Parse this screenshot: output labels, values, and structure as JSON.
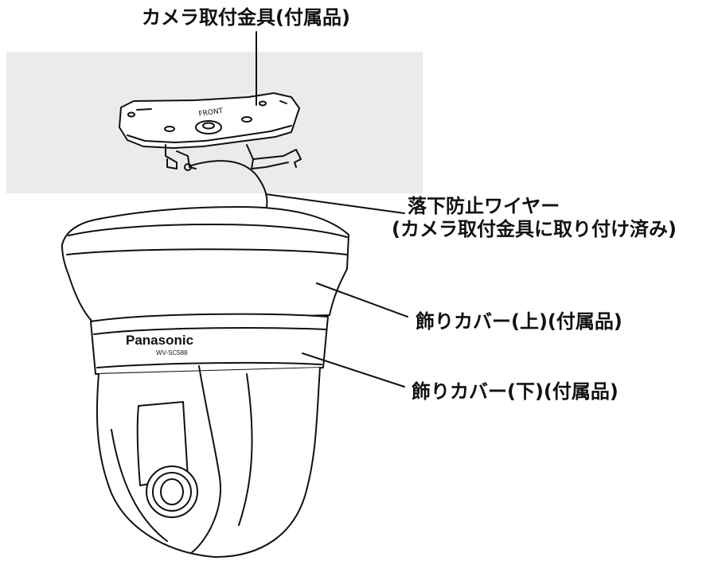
{
  "labels": {
    "bracket": "カメラ取付金具(付属品)",
    "wire_line1": "落下防止ワイヤー",
    "wire_line2": "(カメラ取付金具に取り付け済み)",
    "upper_cover": "飾りカバー(上)(付属品)",
    "lower_cover": "飾りカバー(下)(付属品)"
  },
  "camera": {
    "brand": "Panasonic",
    "model": "WV-SC588"
  },
  "bracket_marking": "FRONT",
  "colors": {
    "ceiling": "#ebebeb",
    "line": "#111111",
    "text": "#111111",
    "body": "#ffffff"
  }
}
